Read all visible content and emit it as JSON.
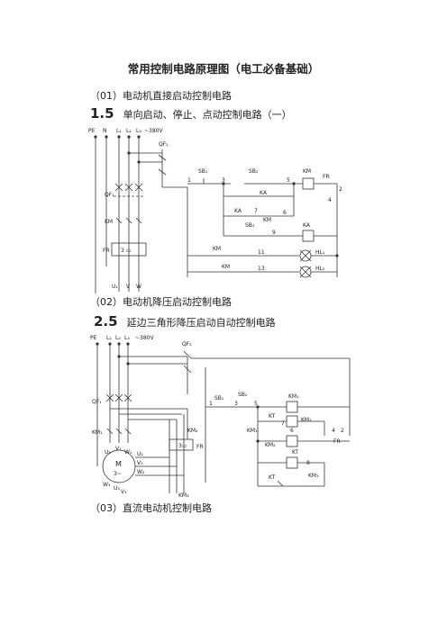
{
  "doc_title": "常用控制电路原理图（电工必备基础）",
  "sections": [
    {
      "label": "（01）电动机直接启动控制电路"
    },
    {
      "label": "（02）电动机降压启动控制电路"
    },
    {
      "label": "（03）直流电动机控制电路"
    }
  ],
  "figures": [
    {
      "number": "1.5",
      "caption": "单向启动、停止、点动控制电路（一）",
      "labels": {
        "pe": "PE",
        "n": "N",
        "l1": "L₁",
        "l2": "L₂",
        "l3": "L₃",
        "volt": "~380V",
        "qf2": "QF₂",
        "qf1": "QF₁",
        "km": "KM",
        "fr": "FR",
        "fr_num": "3 ▭",
        "u": "U₁",
        "v": "V",
        "w": "W",
        "sb1": "SB₁",
        "sb2": "SB₂",
        "sb3": "SB₃",
        "ka": "KA",
        "hl1": "HL₁",
        "hl2": "HL₂",
        "n1": "1",
        "n3": "3",
        "n5": "5",
        "n2": "2",
        "n4": "4",
        "n7": "7",
        "n6": "6",
        "n9": "9",
        "n11": "11",
        "n13": "13"
      }
    },
    {
      "number": "2.5",
      "caption": "延边三角形降压启动自动控制电路",
      "labels": {
        "pe": "PE",
        "l1": "L₁",
        "l2": "L₂",
        "l3": "L₃",
        "volt": "~380V",
        "qf2": "QF₂",
        "qf1": "QF₁",
        "km1": "KM₁",
        "km2": "KM₂",
        "km3": "KM₃",
        "fr": "FR",
        "fr_num": "3▭",
        "kt": "KT",
        "sb1": "SB₁",
        "sb2": "SB₂",
        "motor_m": "M",
        "motor_3": "3~",
        "u1": "U₁",
        "v1": "V₁",
        "w1": "W₁",
        "u2": "U₂",
        "v2": "V₂",
        "w2": "W₂",
        "u3": "U₃",
        "v3": "V₃",
        "w3": "W₃",
        "n1": "1",
        "n3": "3",
        "n5": "5",
        "n7": "7",
        "n6": "6",
        "n4": "4",
        "n2": "2",
        "n8": "8"
      }
    }
  ]
}
